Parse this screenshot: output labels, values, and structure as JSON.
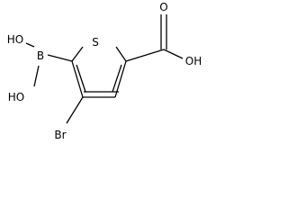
{
  "molecule": {
    "atoms": {
      "sulfur": "S",
      "boron": "B",
      "bromine": "Br",
      "hydroxyl_upper": "HO",
      "hydroxyl_lower": "HO",
      "carbonyl_oxygen": "O",
      "acid_hydroxyl": "OH"
    },
    "colors": {
      "bond": "#000000",
      "label": "#000000",
      "background": "#ffffff"
    }
  }
}
